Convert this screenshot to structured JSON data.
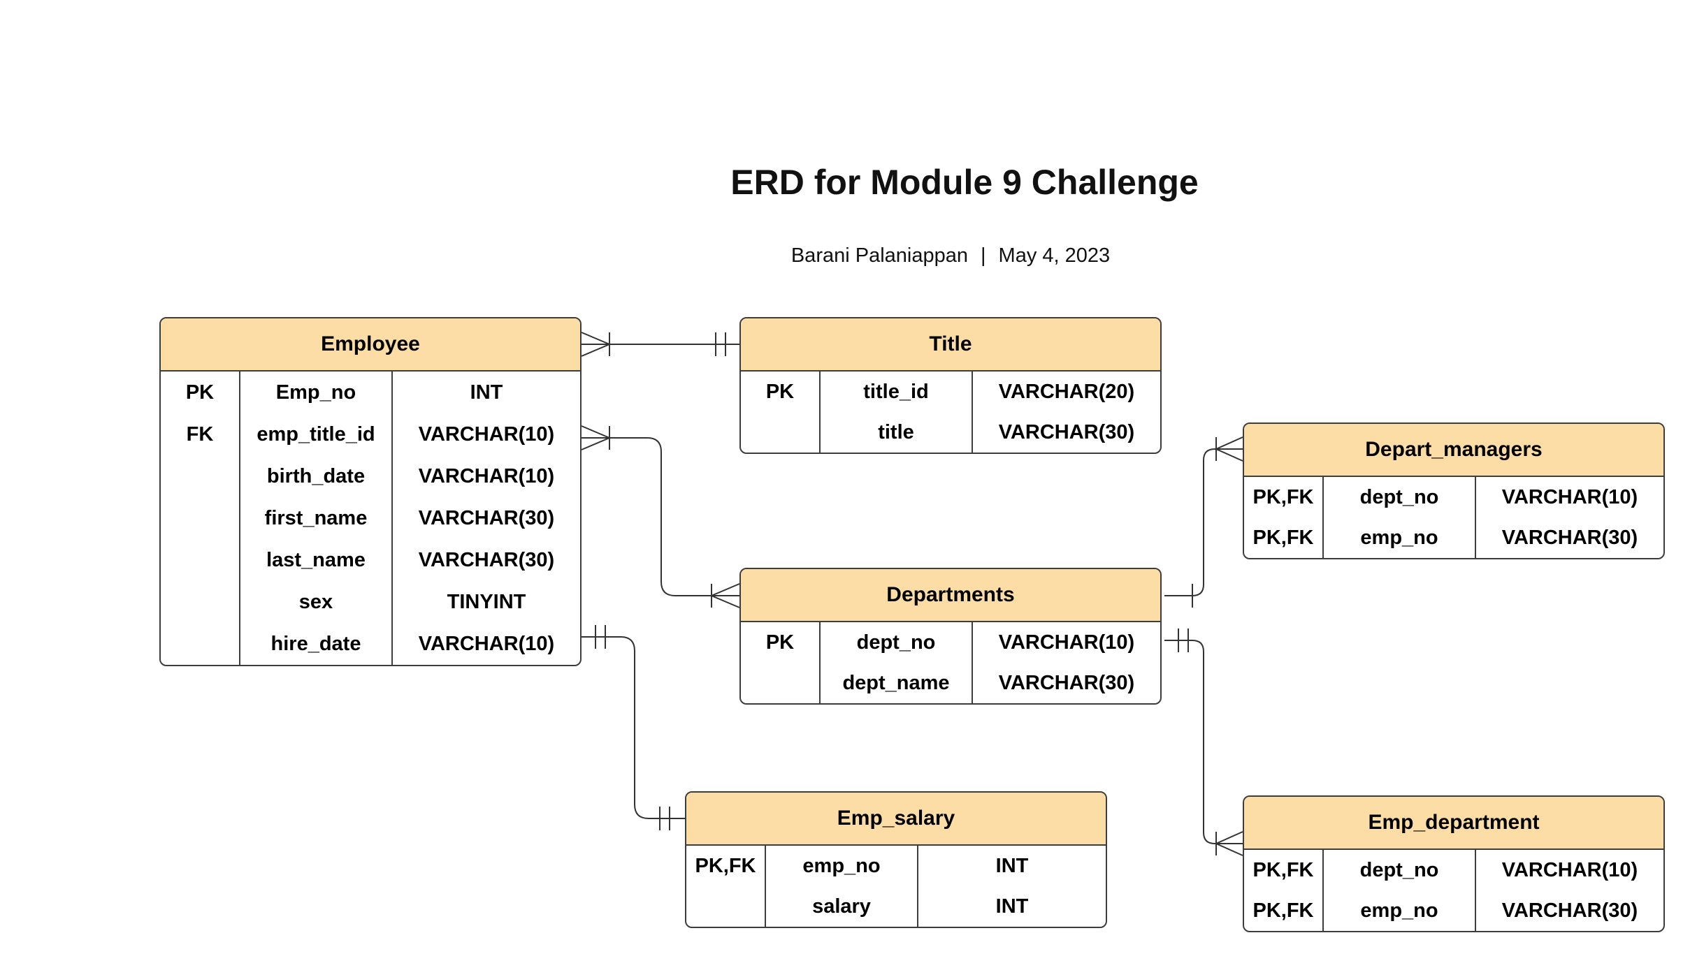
{
  "title": "ERD for Module 9 Challenge",
  "author": "Barani Palaniappan",
  "separator": "|",
  "date": "May 4, 2023",
  "entities": {
    "employee": {
      "name": "Employee",
      "rows": [
        {
          "key": "PK",
          "field": "Emp_no",
          "type": "INT"
        },
        {
          "key": "FK",
          "field": "emp_title_id",
          "type": "VARCHAR(10)"
        },
        {
          "key": "",
          "field": "birth_date",
          "type": "VARCHAR(10)"
        },
        {
          "key": "",
          "field": "first_name",
          "type": "VARCHAR(30)"
        },
        {
          "key": "",
          "field": "last_name",
          "type": "VARCHAR(30)"
        },
        {
          "key": "",
          "field": "sex",
          "type": "TINYINT"
        },
        {
          "key": "",
          "field": "hire_date",
          "type": "VARCHAR(10)"
        }
      ]
    },
    "title": {
      "name": "Title",
      "rows": [
        {
          "key": "PK",
          "field": "title_id",
          "type": "VARCHAR(20)"
        },
        {
          "key": "",
          "field": "title",
          "type": "VARCHAR(30)"
        }
      ]
    },
    "depart_managers": {
      "name": "Depart_managers",
      "rows": [
        {
          "key": "PK,FK",
          "field": "dept_no",
          "type": "VARCHAR(10)"
        },
        {
          "key": "PK,FK",
          "field": "emp_no",
          "type": "VARCHAR(30)"
        }
      ]
    },
    "departments": {
      "name": "Departments",
      "rows": [
        {
          "key": "PK",
          "field": "dept_no",
          "type": "VARCHAR(10)"
        },
        {
          "key": "",
          "field": "dept_name",
          "type": "VARCHAR(30)"
        }
      ]
    },
    "emp_salary": {
      "name": "Emp_salary",
      "rows": [
        {
          "key": "PK,FK",
          "field": "emp_no",
          "type": "INT"
        },
        {
          "key": "",
          "field": "salary",
          "type": "INT"
        }
      ]
    },
    "emp_department": {
      "name": "Emp_department",
      "rows": [
        {
          "key": "PK,FK",
          "field": "dept_no",
          "type": "VARCHAR(10)"
        },
        {
          "key": "PK,FK",
          "field": "emp_no",
          "type": "VARCHAR(30)"
        }
      ]
    }
  },
  "relationships": [
    {
      "from": "Employee",
      "from_cardinality": "many",
      "to": "Title",
      "to_cardinality": "one"
    },
    {
      "from": "Employee",
      "from_cardinality": "many",
      "to": "Departments",
      "to_cardinality": "many"
    },
    {
      "from": "Departments",
      "from_cardinality": "one",
      "to": "Depart_managers",
      "to_cardinality": "many"
    },
    {
      "from": "Employee",
      "from_cardinality": "one",
      "to": "Emp_salary",
      "to_cardinality": "one"
    },
    {
      "from": "Departments",
      "from_cardinality": "one",
      "to": "Emp_department",
      "to_cardinality": "many"
    }
  ],
  "colors": {
    "header_fill": "#fcdda6",
    "border": "#3d3d3d",
    "connector": "#333333"
  }
}
